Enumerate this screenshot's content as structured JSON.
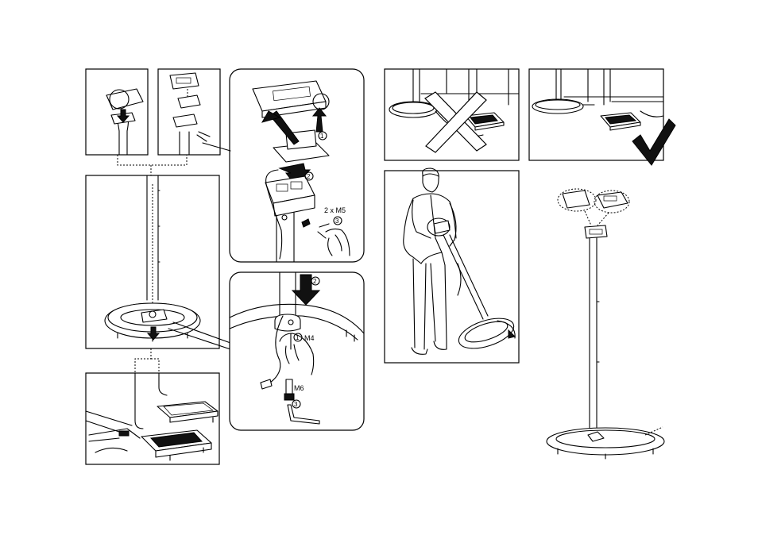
{
  "labels": {
    "screws_m5": "2 x M5",
    "screw_m4": "M4",
    "screw_m6": "M6"
  },
  "steps": {
    "s1": "1",
    "s2": "2",
    "s3": "3"
  },
  "icons": {
    "wrong": "cross-icon",
    "correct": "checkmark-icon"
  },
  "colors": {
    "line": "#000000",
    "background": "#ffffff"
  }
}
